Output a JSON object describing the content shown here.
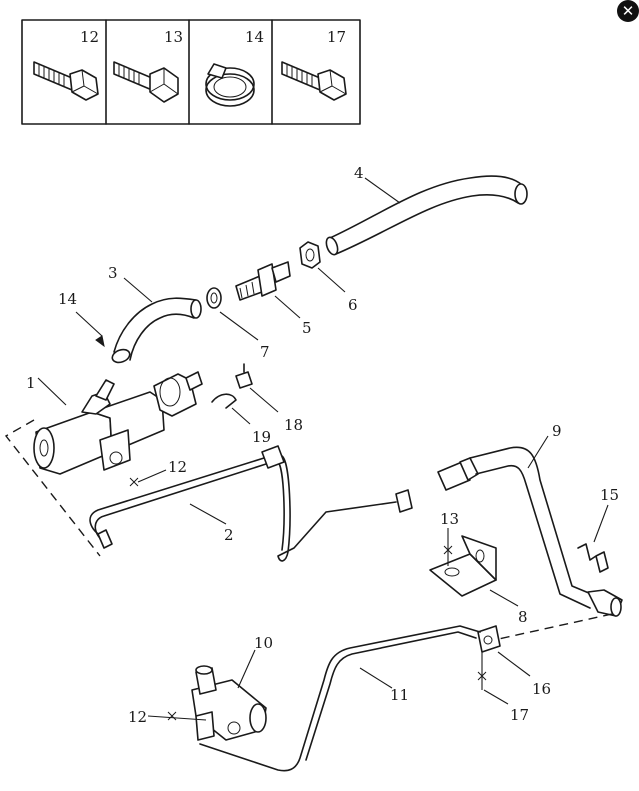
{
  "close_button": {
    "glyph": "✕"
  },
  "legend_box": {
    "cells": [
      {
        "id": "12",
        "label": "12",
        "icon": "flange-bolt-icon"
      },
      {
        "id": "13",
        "label": "13",
        "icon": "hex-bolt-icon"
      },
      {
        "id": "14",
        "label": "14",
        "icon": "hose-clamp-icon"
      },
      {
        "id": "17",
        "label": "17",
        "icon": "flange-bolt-icon"
      }
    ]
  },
  "callouts": {
    "c1": "1",
    "c2": "2",
    "c3": "3",
    "c4": "4",
    "c5": "5",
    "c6": "6",
    "c7": "7",
    "c8": "8",
    "c9": "9",
    "c10": "10",
    "c11": "11",
    "c12a": "12",
    "c12b": "12",
    "c13": "13",
    "c14": "14",
    "c15": "15",
    "c16": "16",
    "c17": "17",
    "c18": "18",
    "c19": "19"
  },
  "colors": {
    "ink": "#1a1a1a",
    "paper": "#ffffff"
  }
}
